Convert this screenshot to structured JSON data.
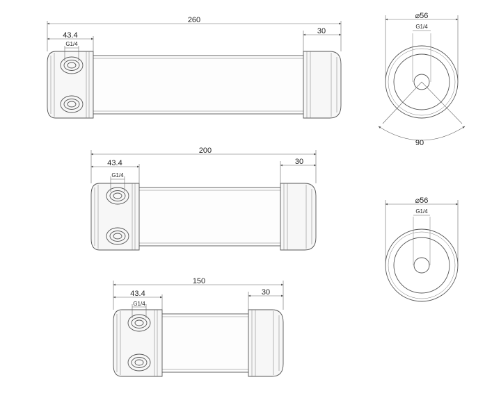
{
  "views": {
    "cartridge_260": {
      "length": "260",
      "inlet_width": "43.4",
      "thread": "G1/4",
      "cap_width": "30"
    },
    "cartridge_200": {
      "length": "200",
      "inlet_width": "43.4",
      "thread": "G1/4",
      "cap_width": "30"
    },
    "cartridge_150": {
      "length": "150",
      "inlet_width": "43.4",
      "thread": "G1/4",
      "cap_width": "30"
    },
    "end_view_top": {
      "diameter": "⌀56",
      "thread": "G1/4",
      "angle": "90"
    },
    "end_view_bottom": {
      "diameter": "⌀56",
      "thread": "G1/4"
    }
  }
}
